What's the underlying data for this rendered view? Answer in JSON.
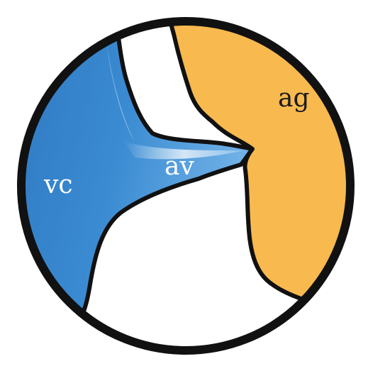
{
  "labels": {
    "vc": "vc",
    "av": "av",
    "ag": "ag"
  },
  "colors": {
    "blue": "#2f7fc8",
    "blue_light": "#8fc6ee",
    "orange": "#f8b94e",
    "outline": "#111111",
    "background": "#ffffff"
  }
}
